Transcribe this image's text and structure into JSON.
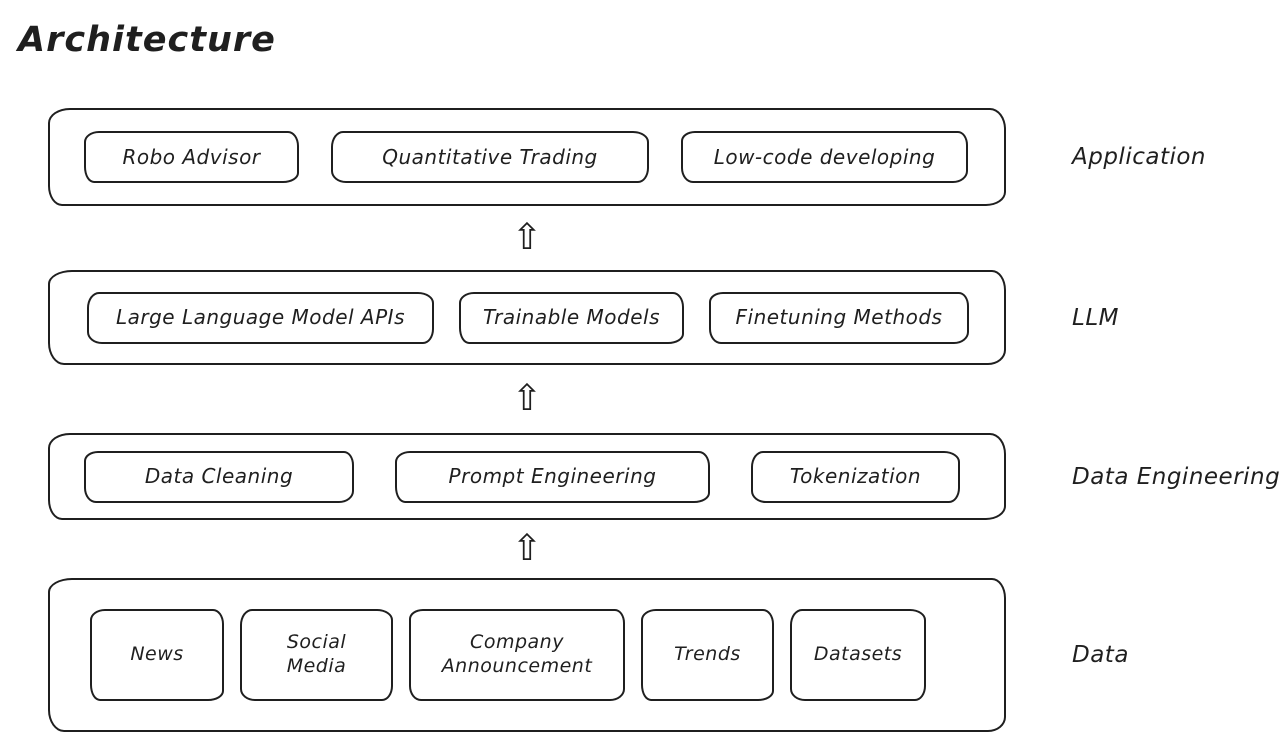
{
  "title": "Architecture",
  "arrow": "⇧",
  "colors": {
    "ink": "#1f1f1f",
    "background": "#ffffff"
  },
  "layers": [
    {
      "label": "Application",
      "items": [
        "Robo Advisor",
        "Quantitative Trading",
        "Low-code developing"
      ]
    },
    {
      "label": "LLM",
      "items": [
        "Large Language Model APIs",
        "Trainable Models",
        "Finetuning Methods"
      ]
    },
    {
      "label": "Data Engineering",
      "items": [
        "Data Cleaning",
        "Prompt Engineering",
        "Tokenization"
      ]
    },
    {
      "label": "Data",
      "items": [
        "News",
        "Social Media",
        "Company Announcement",
        "Trends",
        "Datasets"
      ]
    }
  ]
}
